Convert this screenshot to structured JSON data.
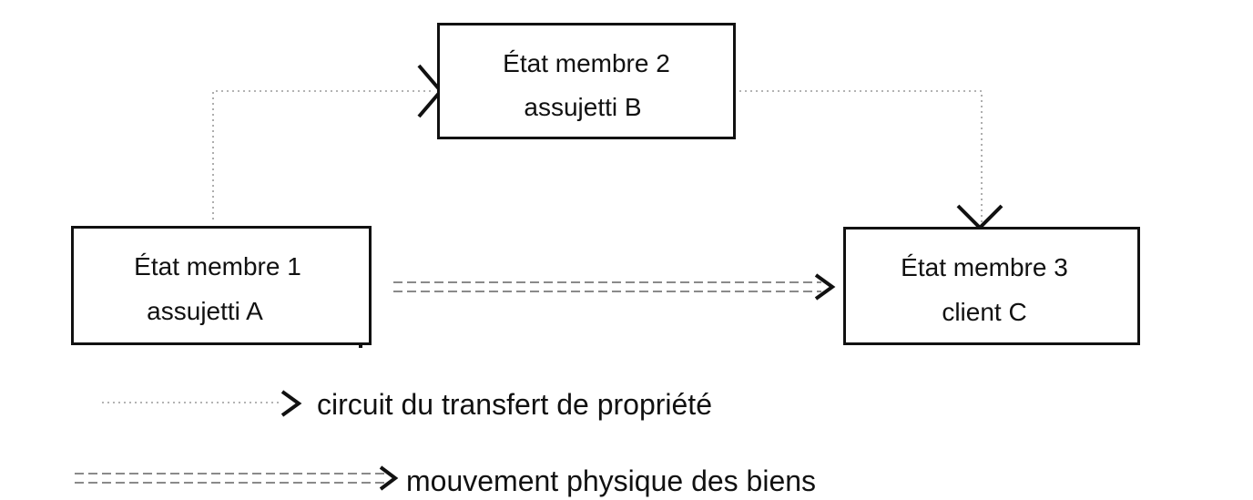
{
  "nodes": {
    "member_state_1": {
      "line1": "État membre 1",
      "line2": "assujetti A"
    },
    "member_state_2": {
      "line1": "État membre 2",
      "line2": "assujetti B"
    },
    "member_state_3": {
      "line1": "État membre 3",
      "line2": "client C"
    }
  },
  "legend": {
    "transfer_of_ownership": "circuit du transfert de propriété",
    "physical_movement": "mouvement physique des biens"
  },
  "colors": {
    "ink": "#111111",
    "dotted_line": "#9a9a9a",
    "dashed_line": "#8a8a8a",
    "background": "#ffffff"
  }
}
